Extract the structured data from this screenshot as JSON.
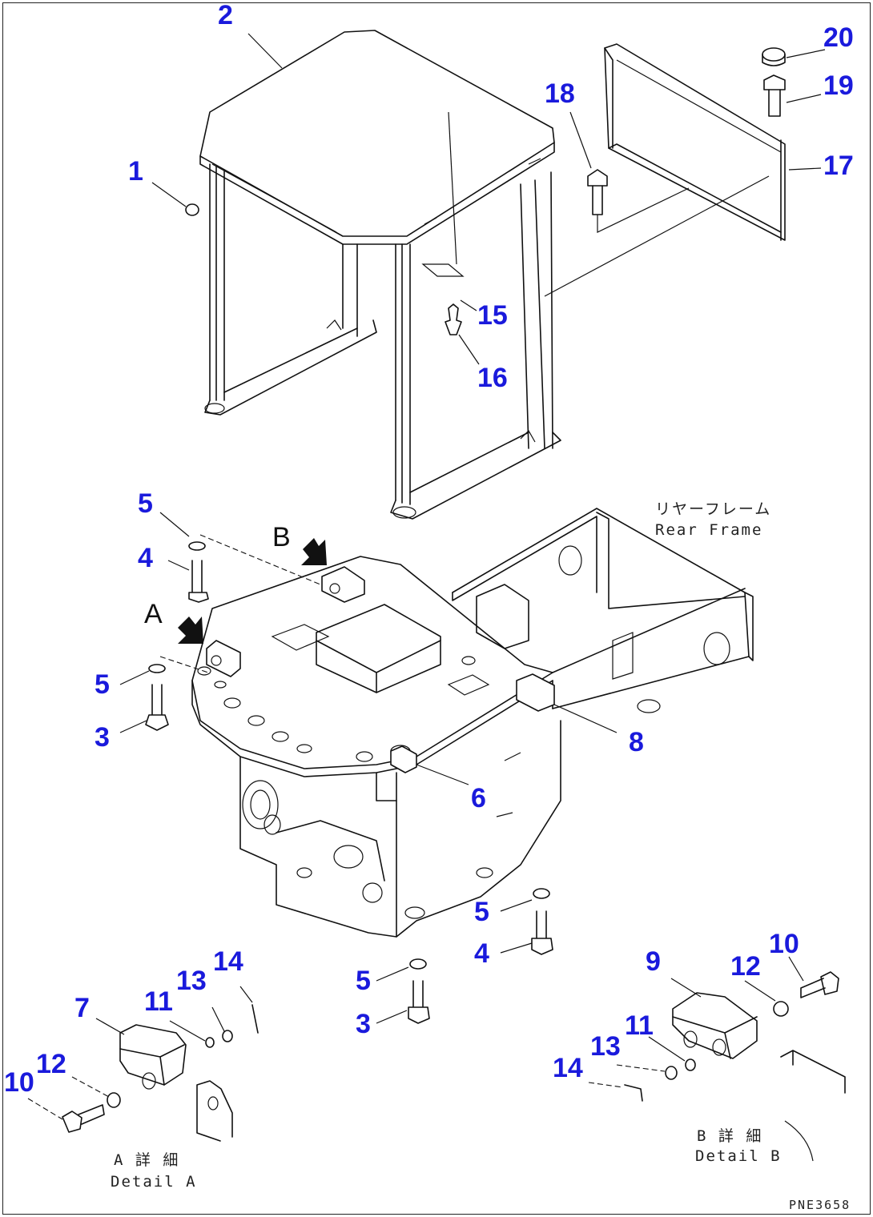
{
  "callouts": [
    "1",
    "2",
    "3",
    "4",
    "5",
    "6",
    "7",
    "8",
    "9",
    "10",
    "11",
    "12",
    "13",
    "14",
    "15",
    "16",
    "17",
    "18",
    "19",
    "20"
  ],
  "views": {
    "a": "A",
    "b": "B"
  },
  "labels": {
    "rear_frame_jp": "リヤーフレーム",
    "rear_frame_en": "Rear Frame",
    "detail_a_jp": "A 詳 細",
    "detail_a_en": "Detail A",
    "detail_b_jp": "B 詳 細",
    "detail_b_en": "Detail B"
  },
  "drawing_code": "PNE3658",
  "colors": {
    "callout": "#1a1adc",
    "line": "#111111"
  }
}
